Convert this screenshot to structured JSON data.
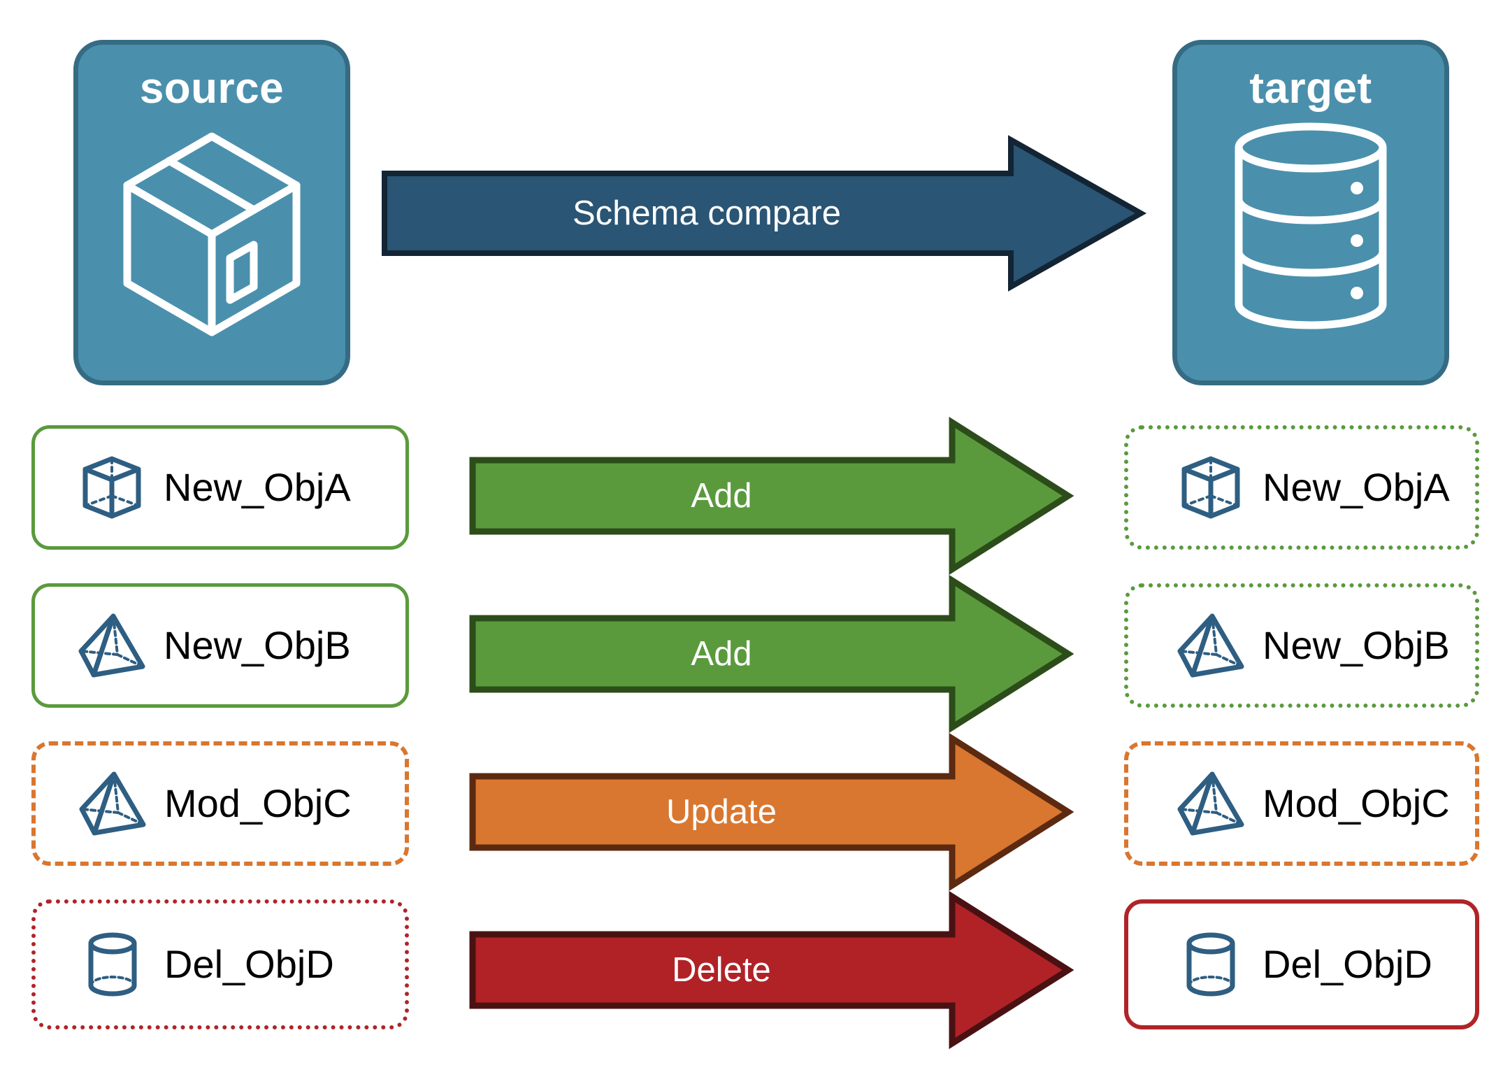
{
  "colors": {
    "endpoint_fill": "#4A90AD",
    "endpoint_border": "#366B84",
    "compare_arrow_fill": "#2A5574",
    "compare_arrow_border": "#132434",
    "add_fill": "#5A9A3D",
    "add_border": "#2C4D1A",
    "update_fill": "#D9762F",
    "update_border": "#5C2A10",
    "delete_fill": "#B02226",
    "delete_border": "#4A1113",
    "icon_blue": "#2E5E82",
    "label_text": "#000000",
    "arrow_text": "#FFFFFF"
  },
  "endpoints": {
    "source": {
      "title": "source",
      "icon": "package-box-icon"
    },
    "target": {
      "title": "target",
      "icon": "database-cylinder-icon"
    }
  },
  "compare": {
    "label": "Schema compare",
    "icon": "right-arrow-icon"
  },
  "rows": [
    {
      "source": {
        "label": "New_ObjA",
        "icon": "wireframe-cube-icon",
        "border_style": "green-solid"
      },
      "action": {
        "label": "Add",
        "color_key": "add"
      },
      "target": {
        "label": "New_ObjA",
        "icon": "wireframe-cube-icon",
        "border_style": "green-dotted"
      }
    },
    {
      "source": {
        "label": "New_ObjB",
        "icon": "wireframe-pyramid-icon",
        "border_style": "green-solid"
      },
      "action": {
        "label": "Add",
        "color_key": "add"
      },
      "target": {
        "label": "New_ObjB",
        "icon": "wireframe-pyramid-icon",
        "border_style": "green-dotted"
      }
    },
    {
      "source": {
        "label": "Mod_ObjC",
        "icon": "wireframe-pyramid-icon",
        "border_style": "orange-dashed"
      },
      "action": {
        "label": "Update",
        "color_key": "update"
      },
      "target": {
        "label": "Mod_ObjC",
        "icon": "wireframe-pyramid-icon",
        "border_style": "orange-dashed"
      }
    },
    {
      "source": {
        "label": "Del_ObjD",
        "icon": "wireframe-cylinder-icon",
        "border_style": "red-dotted"
      },
      "action": {
        "label": "Delete",
        "color_key": "delete"
      },
      "target": {
        "label": "Del_ObjD",
        "icon": "wireframe-cylinder-icon",
        "border_style": "red-solid"
      }
    }
  ]
}
